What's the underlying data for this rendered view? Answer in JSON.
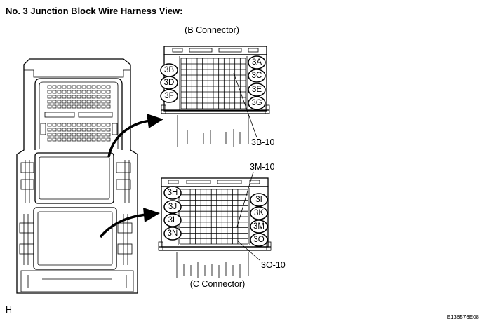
{
  "title": "No. 3 Junction Block Wire Harness View:",
  "connectors": {
    "b": {
      "label": "(B Connector)",
      "pins_left": [
        "3B",
        "3D",
        "3F"
      ],
      "pins_right": [
        "3A",
        "3C",
        "3E",
        "3G"
      ],
      "callout": "3B-10"
    },
    "c": {
      "label": "(C Connector)",
      "pins_left": [
        "3H",
        "3J",
        "3L",
        "3N"
      ],
      "pins_right": [
        "3I",
        "3K",
        "3M",
        "3O"
      ],
      "callouts": [
        "3M-10",
        "3O-10"
      ]
    }
  },
  "footer": {
    "mark": "H",
    "figure_id": "E136576E08"
  }
}
